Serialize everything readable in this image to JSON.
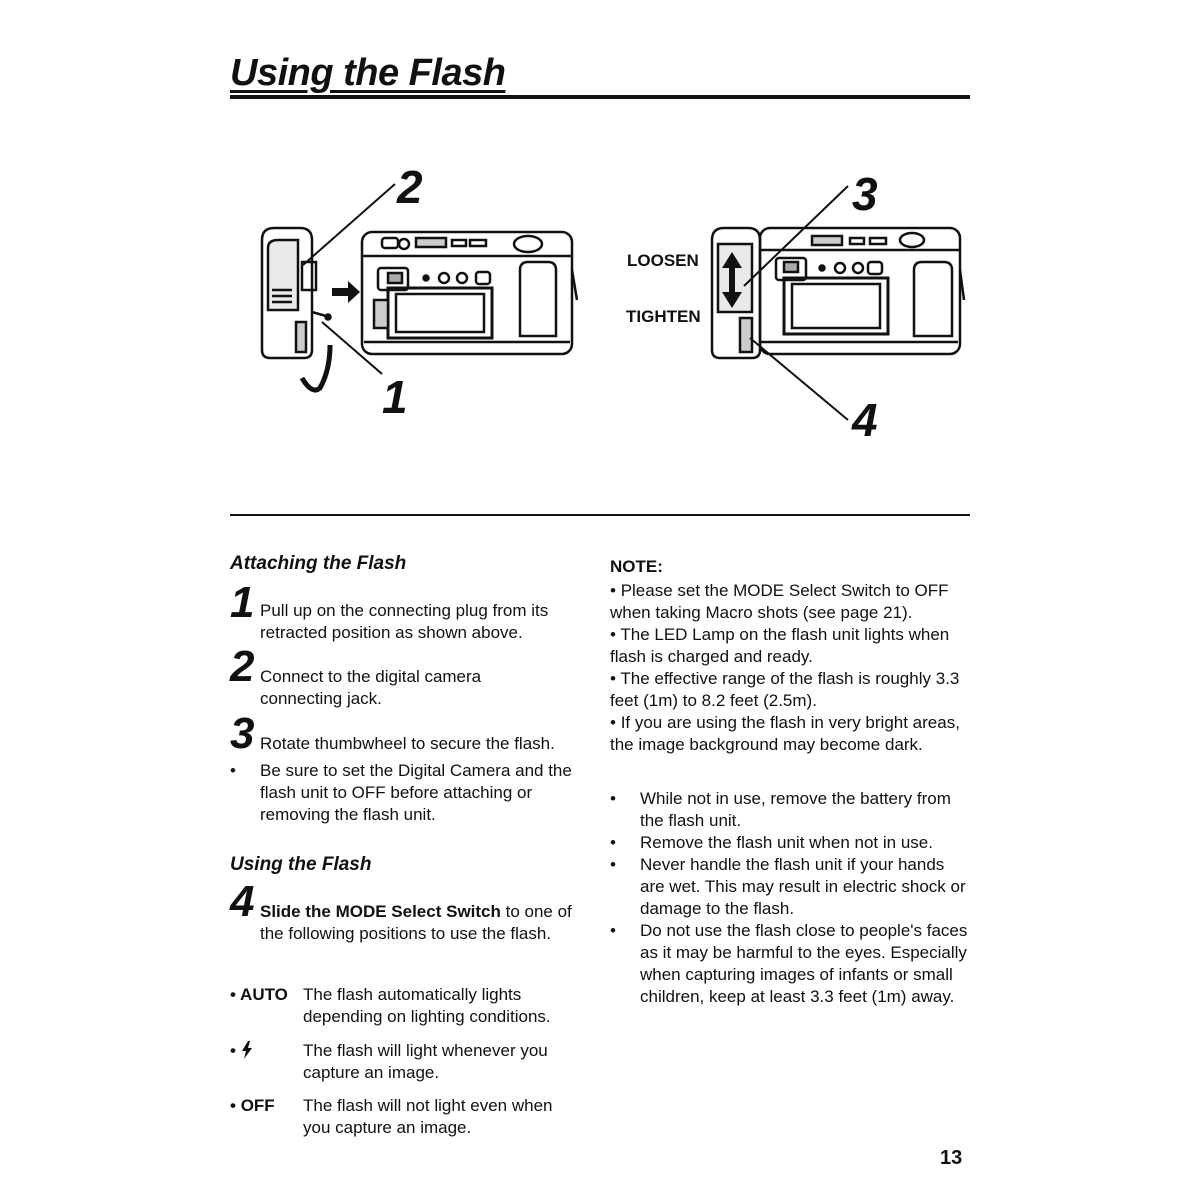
{
  "header": {
    "title": "Using the Flash"
  },
  "figure": {
    "callouts": [
      "2",
      "1",
      "3",
      "4"
    ],
    "labels": {
      "loosen": "LOOSEN",
      "tighten": "TIGHTEN"
    }
  },
  "attaching": {
    "heading": "Attaching the Flash",
    "steps": [
      {
        "num": "1",
        "text": "Pull up on the connecting plug from its retracted position as shown above."
      },
      {
        "num": "2",
        "text": "Connect to the digital camera connecting jack."
      },
      {
        "num": "3",
        "text": "Rotate thumbwheel to secure the flash."
      }
    ],
    "bullet": "Be sure to set the Digital Camera and the flash unit to OFF before attaching or removing the flash unit."
  },
  "using": {
    "heading": "Using the Flash",
    "step": {
      "num": "4",
      "bold_text": "Slide the MODE Select Switch",
      "text": " to one of the following positions to use the flash."
    },
    "options": [
      {
        "label": "AUTO",
        "text": "The flash automatically lights depending on lighting conditions."
      },
      {
        "label": "",
        "icon": "flash-icon",
        "text": "The flash will light whenever you capture an image."
      },
      {
        "label": "OFF",
        "text": "The flash will not light even when you capture an image."
      }
    ]
  },
  "note": {
    "heading": "NOTE:",
    "items": [
      "Please set the MODE Select Switch to OFF when taking Macro shots (see page 21).",
      "The LED Lamp on the flash unit lights when flash is charged and ready.",
      "The effective range of the flash is roughly 3.3 feet (1m) to 8.2 feet (2.5m).",
      "If you are using the flash in very bright areas, the image background may become dark."
    ]
  },
  "cautions": [
    "While not in use, remove the battery from the flash unit.",
    "Remove the flash unit when not in use.",
    "Never handle the flash unit if your hands are wet. This may result in electric shock or damage to the flash.",
    "Do not use the flash close to people's faces as it may be harmful to the eyes. Especially when capturing images of infants or small children, keep at least 3.3 feet (1m) away."
  ],
  "footer": {
    "page_number": "13"
  }
}
